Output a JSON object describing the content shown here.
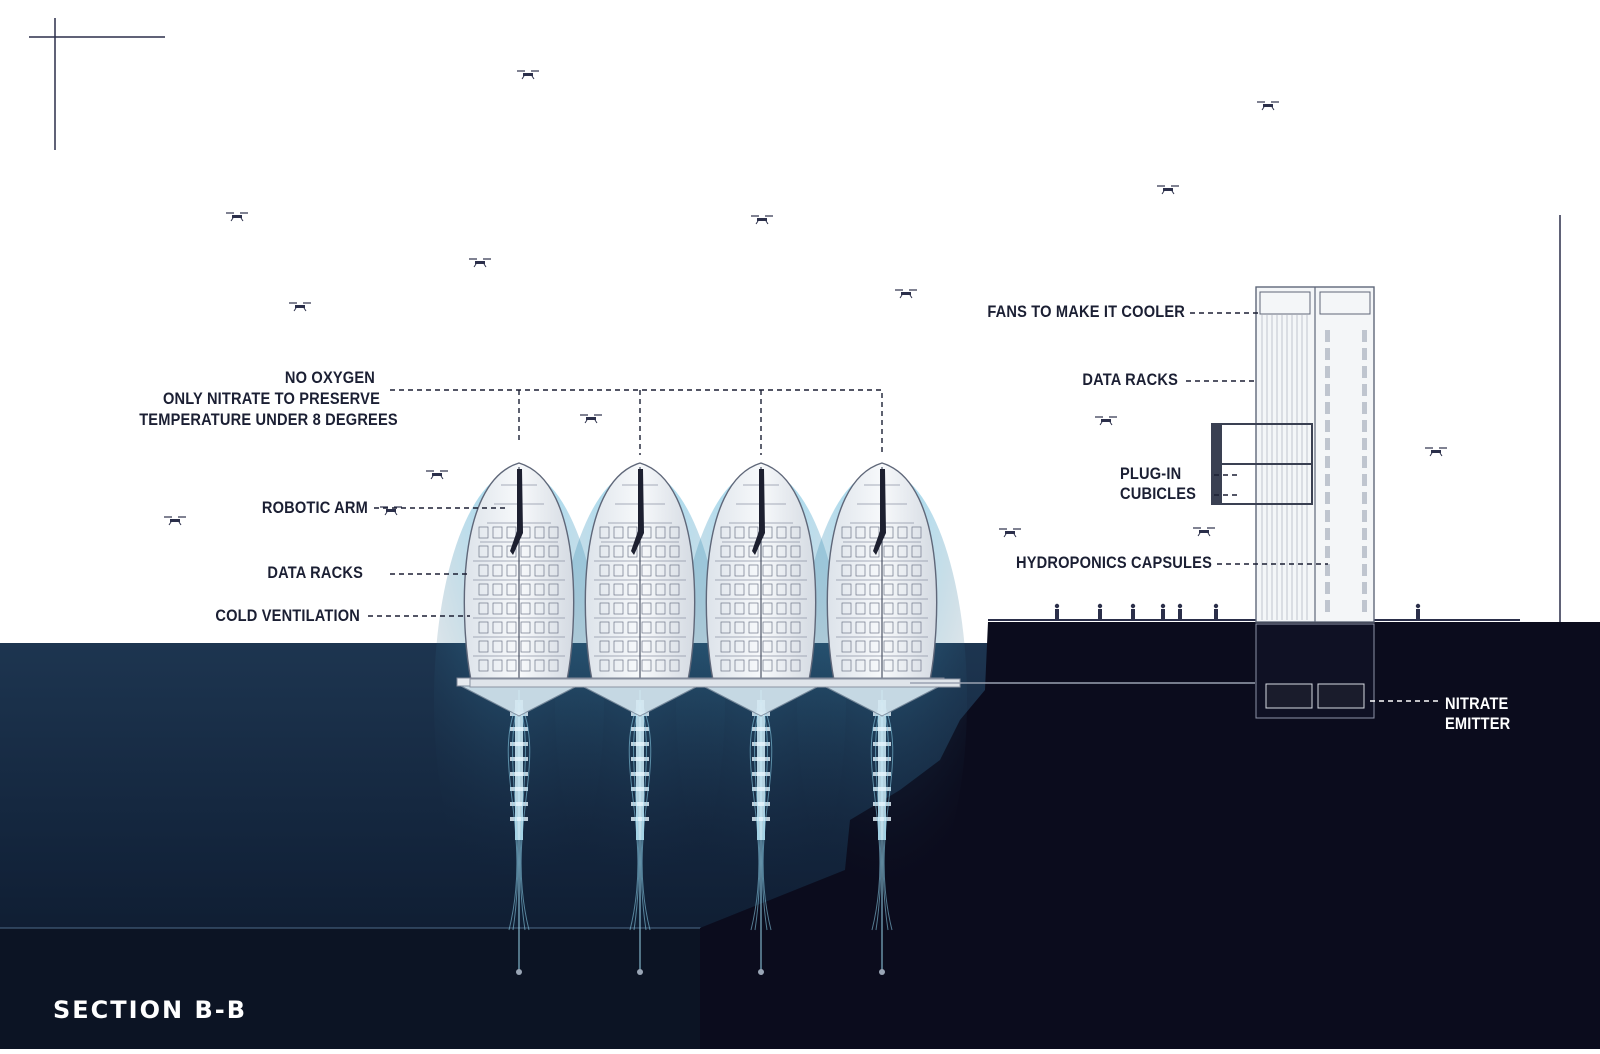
{
  "section_title": "SECTION B-B",
  "colors": {
    "ink": "#1b1f33",
    "water_top": "#1a3048",
    "water_deep": "#0d1628",
    "ground": "#0b0c1d",
    "glow": "#6fd4f0",
    "paper": "#ffffff"
  },
  "labels": {
    "no_oxygen": [
      "NO OXYGEN",
      "ONLY NITRATE TO PRESERVE",
      "TEMPERATURE UNDER 8 DEGREES"
    ],
    "robotic_arm": "ROBOTIC ARM",
    "data_racks_left": "DATA RACKS",
    "cold_ventilation": "COLD VENTILATION",
    "fans": "FANS TO MAKE IT COOLER",
    "data_racks_right": "DATA RACKS",
    "plug_in": [
      "PLUG-IN",
      "CUBICLES"
    ],
    "hydroponics": "HYDROPONICS CAPSULES",
    "nitrate": [
      "NITRATE",
      "EMITTER"
    ]
  },
  "icons": {
    "drone": "drone-icon",
    "person": "person-silhouette-icon",
    "capsule": "data-capsule-icon",
    "tower": "hydroponic-tower-icon",
    "emitter": "nitrate-emitter-machine-icon"
  }
}
